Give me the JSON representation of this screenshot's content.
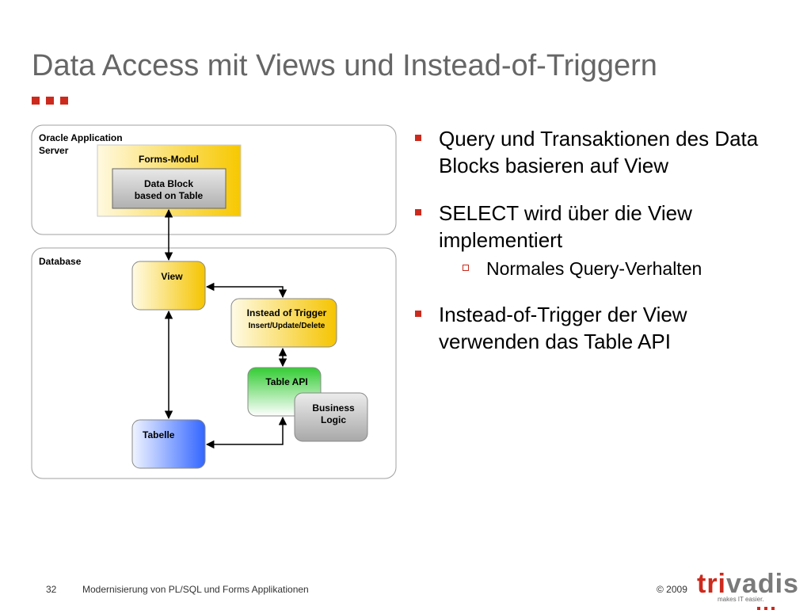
{
  "slide": {
    "title": "Data Access mit Views und Instead-of-Triggern"
  },
  "diagram": {
    "oracle_server_label_line1": "Oracle Application",
    "oracle_server_label_line2": "Server",
    "forms_module_label": "Forms-Modul",
    "data_block_line1": "Data Block",
    "data_block_line2": "based on Table",
    "database_label": "Database",
    "view_label": "View",
    "instead_of_trigger_line1": "Instead of Trigger",
    "instead_of_trigger_line2": "Insert/Update/Delete",
    "table_api_label": "Table API",
    "business_logic_line1": "Business",
    "business_logic_line2": "Logic",
    "tabelle_label": "Tabelle"
  },
  "bullets": [
    {
      "text": "Query und Transaktionen des Data Blocks basieren auf View"
    },
    {
      "text": "SELECT wird über die View implementiert",
      "sub": "Normales Query-Verhalten"
    },
    {
      "text": "Instead-of-Trigger der View verwenden das Table API"
    }
  ],
  "footer": {
    "page_number": "32",
    "presentation_title": "Modernisierung von PL/SQL und Forms Applikationen",
    "copyright": "© 2009"
  },
  "logo": {
    "word_part1": "tri",
    "word_part2": "vadis",
    "tagline": "makes IT easier."
  },
  "colors": {
    "accent": "#cc2a1d",
    "title": "#666666",
    "yellow": "#f5c400",
    "green": "#33cc33",
    "blue": "#3366ff"
  }
}
